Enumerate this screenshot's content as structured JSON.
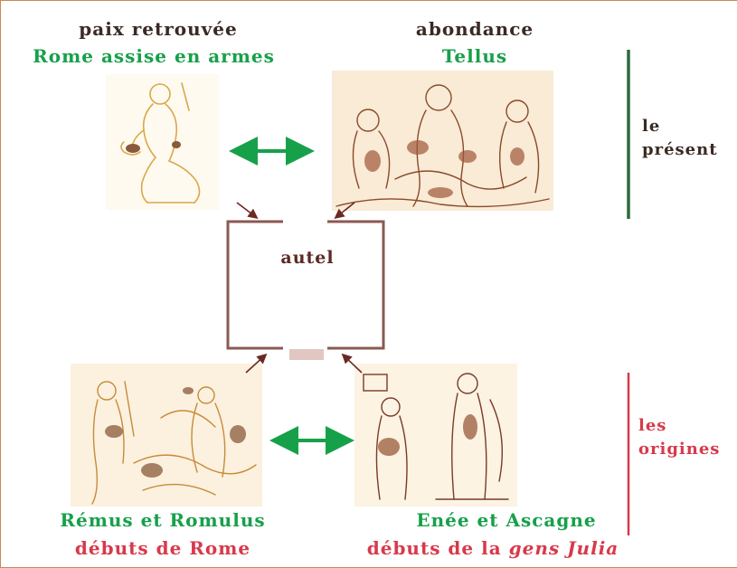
{
  "top_left": {
    "caption": "paix retrouvée",
    "subtitle": "Rome assise en armes"
  },
  "top_right": {
    "caption": "abondance",
    "subtitle": "Tellus"
  },
  "center": {
    "label": "autel"
  },
  "bottom_left": {
    "caption": "Rémus et Romulus",
    "subtitle": "débuts de Rome"
  },
  "bottom_right": {
    "caption": "Enée et Ascagne",
    "subtitle_prefix": "débuts de la ",
    "subtitle_italic": "gens Julia"
  },
  "bracket_present": {
    "line1": "le",
    "line2": "présent"
  },
  "bracket_origins": {
    "line1": "les",
    "line2": "origines"
  },
  "colors": {
    "green": "#17a04a",
    "red": "#d8394a",
    "brown": "#8a5a52",
    "bar_green": "#2f6a3c",
    "bar_red": "#d8394a"
  }
}
